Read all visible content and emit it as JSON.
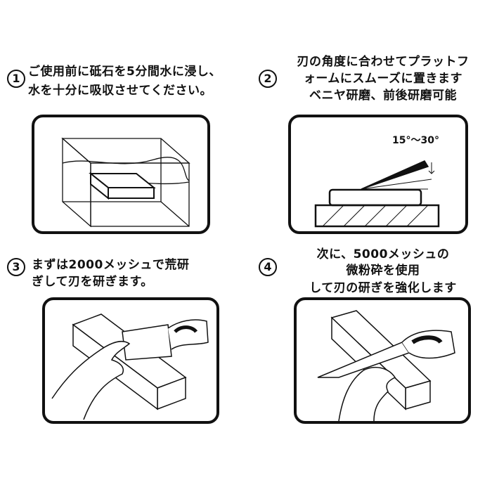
{
  "steps": [
    {
      "number": "1",
      "lines": [
        "ご使用前に砥石を5分間水に浸し、",
        "水を十分に吸収させてください。"
      ]
    },
    {
      "number": "2",
      "lines": [
        "刃の角度に合わせてプラットフ",
        "ォームにスムーズに置きます",
        "ベニヤ研磨、前後研磨可能"
      ],
      "angle_label": "15°〜30°"
    },
    {
      "number": "3",
      "lines": [
        "まずは2000メッシュで荒研",
        "ぎして刃を研ぎます。"
      ]
    },
    {
      "number": "4",
      "lines": [
        "次に、5000メッシュの",
        "微粉砕を使用",
        "して刃の研ぎを強化します"
      ]
    }
  ]
}
